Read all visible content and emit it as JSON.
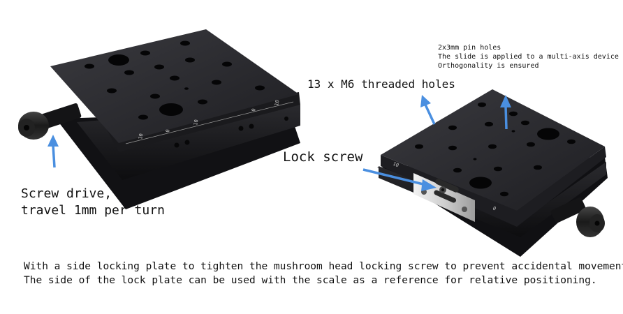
{
  "labels": {
    "screw_drive": [
      "Screw drive,",
      "travel 1mm per turn"
    ],
    "threaded_holes": "13 x M6 threaded holes",
    "lock_screw": "Lock screw",
    "notes": [
      "2x3mm pin holes",
      "The slide is applied to a multi-axis device",
      "Orthogonality is ensured"
    ]
  },
  "caption": [
    "With a side locking plate to tighten the mushroom head locking screw to prevent accidental movement;",
    "The side of the lock plate can be used with the scale as a reference for relative positioning."
  ],
  "scale_marks": {
    "left_stage": [
      "10",
      "0",
      "10",
      "0",
      "10"
    ],
    "right_stage": [
      "10",
      "0"
    ]
  },
  "colors": {
    "arrow": "#4a8fe0",
    "metal": "#1c1c1f"
  }
}
